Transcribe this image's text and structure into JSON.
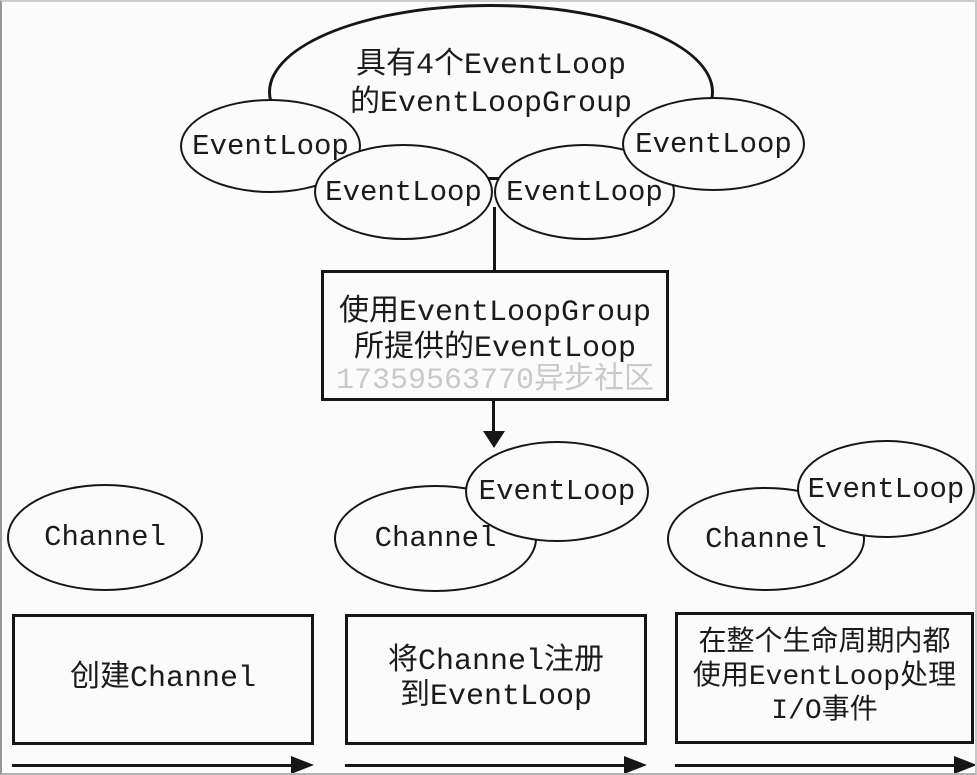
{
  "diagram": {
    "group": {
      "line1": "具有4个EventLoop",
      "line2": "的EventLoopGroup"
    },
    "top_event_loops": {
      "e1": "EventLoop",
      "e2": "EventLoop",
      "e3": "EventLoop",
      "e4": "EventLoop"
    },
    "provide_box": {
      "line1": "使用EventLoopGroup",
      "line2": "所提供的EventLoop"
    },
    "watermark": "17359563770异步社区",
    "stage1": {
      "channel": "Channel",
      "caption1": "创建Channel"
    },
    "stage2": {
      "channel": "Channel",
      "eventloop": "EventLoop",
      "caption1": "将Channel注册",
      "caption2": "到EventLoop"
    },
    "stage3": {
      "channel": "Channel",
      "eventloop": "EventLoop",
      "caption1": "在整个生命周期内都",
      "caption2": "使用EventLoop处理",
      "caption3": "I/O事件"
    },
    "colors": {
      "stroke": "#161616",
      "fill": "#fbfbfb",
      "watermark": "#c9c9c9",
      "page_border": "#979797"
    }
  }
}
